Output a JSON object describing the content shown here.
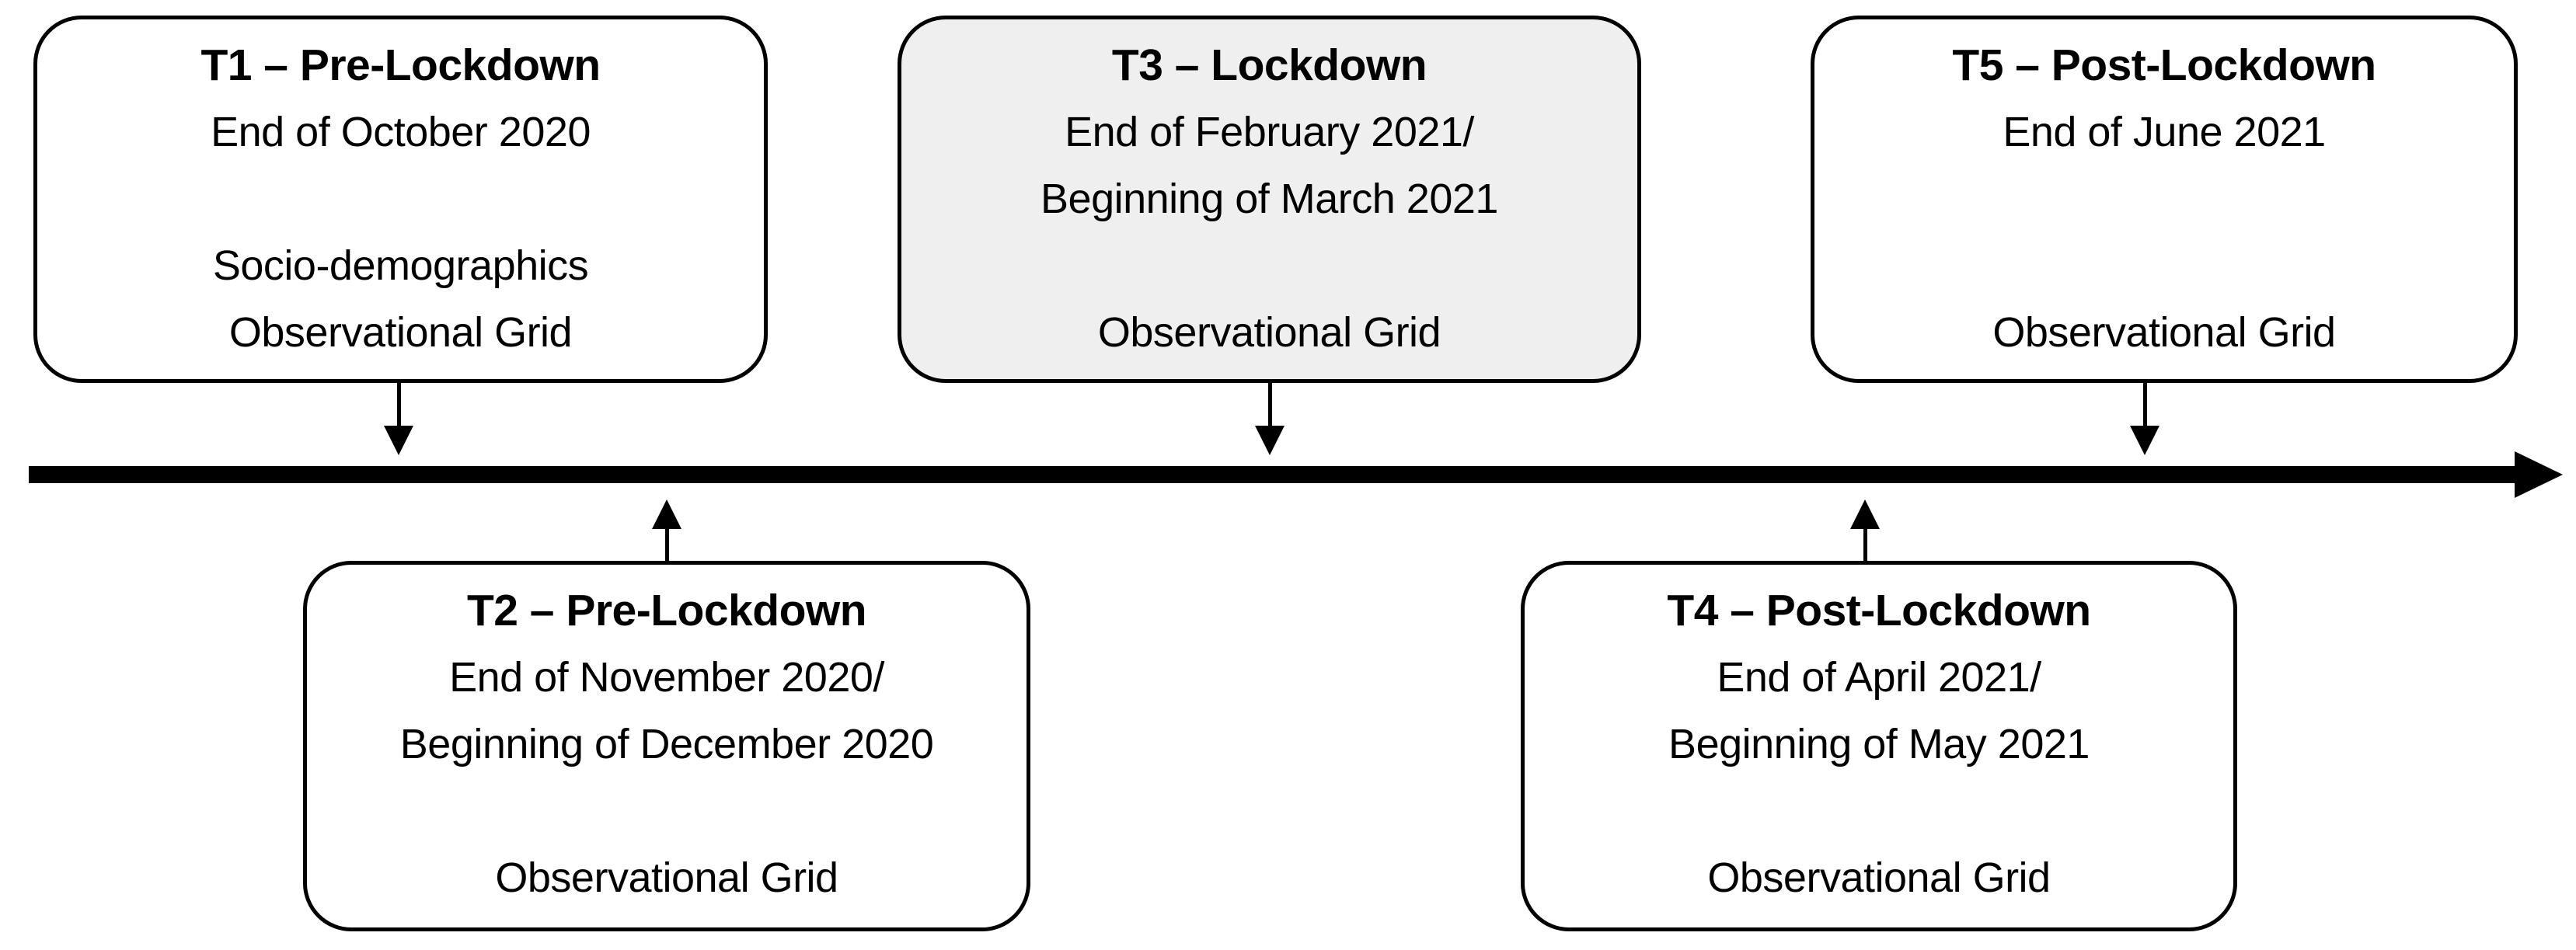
{
  "figure": {
    "type": "timeline-diagram",
    "colors": {
      "line": "#000000",
      "text": "#000000",
      "box_fill_default": "#ffffff",
      "box_fill_highlight": "#efefef"
    },
    "boxes": [
      {
        "id": "T1",
        "title": "T1 – Pre-Lockdown",
        "lines": [
          "End of October 2020",
          "",
          "Socio-demographics",
          "Observational Grid"
        ]
      },
      {
        "id": "T2",
        "title": "T2 – Pre-Lockdown",
        "lines": [
          "End of November 2020/",
          "Beginning of December 2020",
          "",
          "Observational Grid"
        ]
      },
      {
        "id": "T3",
        "title": "T3 – Lockdown",
        "lines": [
          "End of February 2021/",
          "Beginning of March 2021",
          "",
          "Observational Grid"
        ]
      },
      {
        "id": "T4",
        "title": "T4 – Post-Lockdown",
        "lines": [
          "End of April 2021/",
          "Beginning of May 2021",
          "",
          "Observational Grid"
        ]
      },
      {
        "id": "T5",
        "title": "T5 – Post-Lockdown",
        "lines": [
          "End of June 2021",
          "",
          "",
          "Observational Grid"
        ]
      }
    ]
  }
}
